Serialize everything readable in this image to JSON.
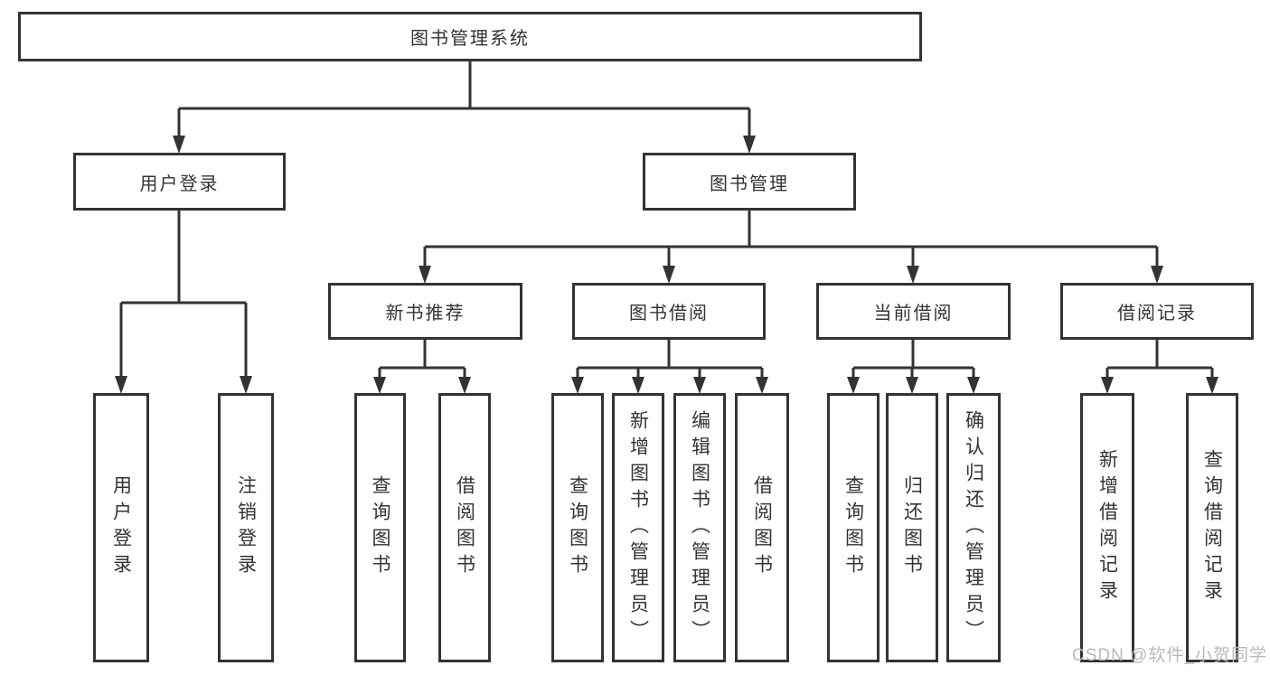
{
  "tree": {
    "root": "图书管理系统",
    "branches": [
      {
        "label": "用户登录",
        "children": [
          "用户登录",
          "注销登录"
        ]
      },
      {
        "label": "图书管理",
        "groups": [
          {
            "label": "新书推荐",
            "children": [
              "查询图书",
              "借阅图书"
            ]
          },
          {
            "label": "图书借阅",
            "children": [
              "查询图书",
              "新增图书（管理员）",
              "编辑图书（管理员）",
              "借阅图书"
            ]
          },
          {
            "label": "当前借阅",
            "children": [
              "查询图书",
              "归还图书",
              "确认归还（管理员）"
            ]
          },
          {
            "label": "借阅记录",
            "children": [
              "新增借阅记录",
              "查询借阅记录"
            ]
          }
        ]
      }
    ]
  },
  "watermark": {
    "text": "CSDN @软件_小贺同学"
  },
  "colors": {
    "line": "#333333",
    "text": "#333333",
    "box_bg": "#ffffff",
    "background": "#ffffff",
    "watermark": "#b9b9b9"
  }
}
